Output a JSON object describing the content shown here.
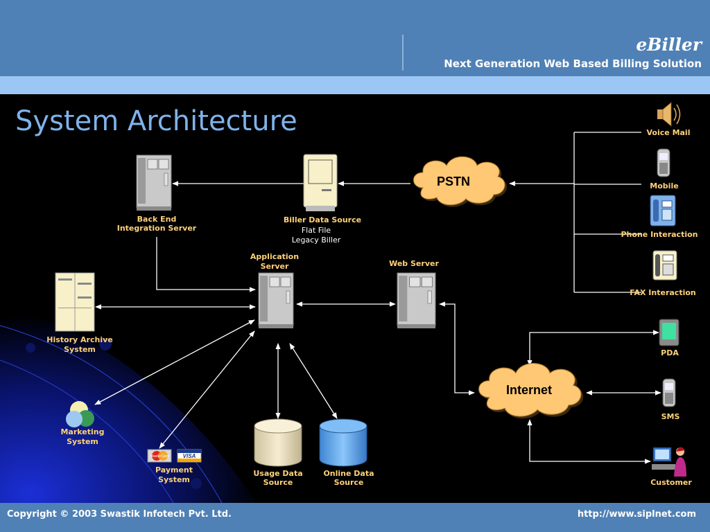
{
  "header": {
    "brand": "eBiller",
    "tagline": "Next Generation Web Based Billing Solution"
  },
  "slide": {
    "title": "System Architecture"
  },
  "nodes": {
    "back_end": {
      "line1": "Back End",
      "line2": "Integration Server"
    },
    "biller_data_source": {
      "label": "Biller Data Source",
      "sub1": "Flat File",
      "sub2": "Legacy Biller"
    },
    "pstn": {
      "label": "PSTN"
    },
    "application_server": {
      "line1": "Application",
      "line2": "Server"
    },
    "web_server": {
      "label": "Web Server"
    },
    "history_archive": {
      "line1": "History Archive",
      "line2": "System"
    },
    "marketing": {
      "line1": "Marketing",
      "line2": "System"
    },
    "payment": {
      "line1": "Payment",
      "line2": "System",
      "card1": "MasterCard",
      "card2": "VISA"
    },
    "usage_data_source": {
      "line1": "Usage Data",
      "line2": "Source"
    },
    "online_data_source": {
      "line1": "Online Data",
      "line2": "Source"
    },
    "internet": {
      "label": "Internet"
    },
    "voice_mail": {
      "label": "Voice Mail"
    },
    "mobile": {
      "label": "Mobile"
    },
    "phone_interaction": {
      "label": "Phone Interaction"
    },
    "fax_interaction": {
      "label": "FAX  Interaction"
    },
    "pda": {
      "label": "PDA"
    },
    "sms": {
      "label": "SMS"
    },
    "customer": {
      "label": "Customer"
    }
  },
  "icons": {
    "server": "server-icon",
    "terminal": "computer-terminal-icon",
    "cloud": "cloud-icon",
    "database": "database-cylinder-icon",
    "speaker": "speaker-icon",
    "phone": "telephone-icon",
    "pda": "pda-icon",
    "user": "user-at-computer-icon"
  },
  "colors": {
    "header": "#4f81b6",
    "band": "#9cc7f5",
    "title": "#7fb2ea",
    "label": "#ffd27a",
    "cloud": "#ffc874",
    "usage_db": "#f3e8c6",
    "online_db": "#6cb0f0"
  },
  "footer": {
    "copyright": "Copyright © 2003 Swastik Infotech Pvt. Ltd.",
    "url": "http://www.siplnet.com"
  }
}
